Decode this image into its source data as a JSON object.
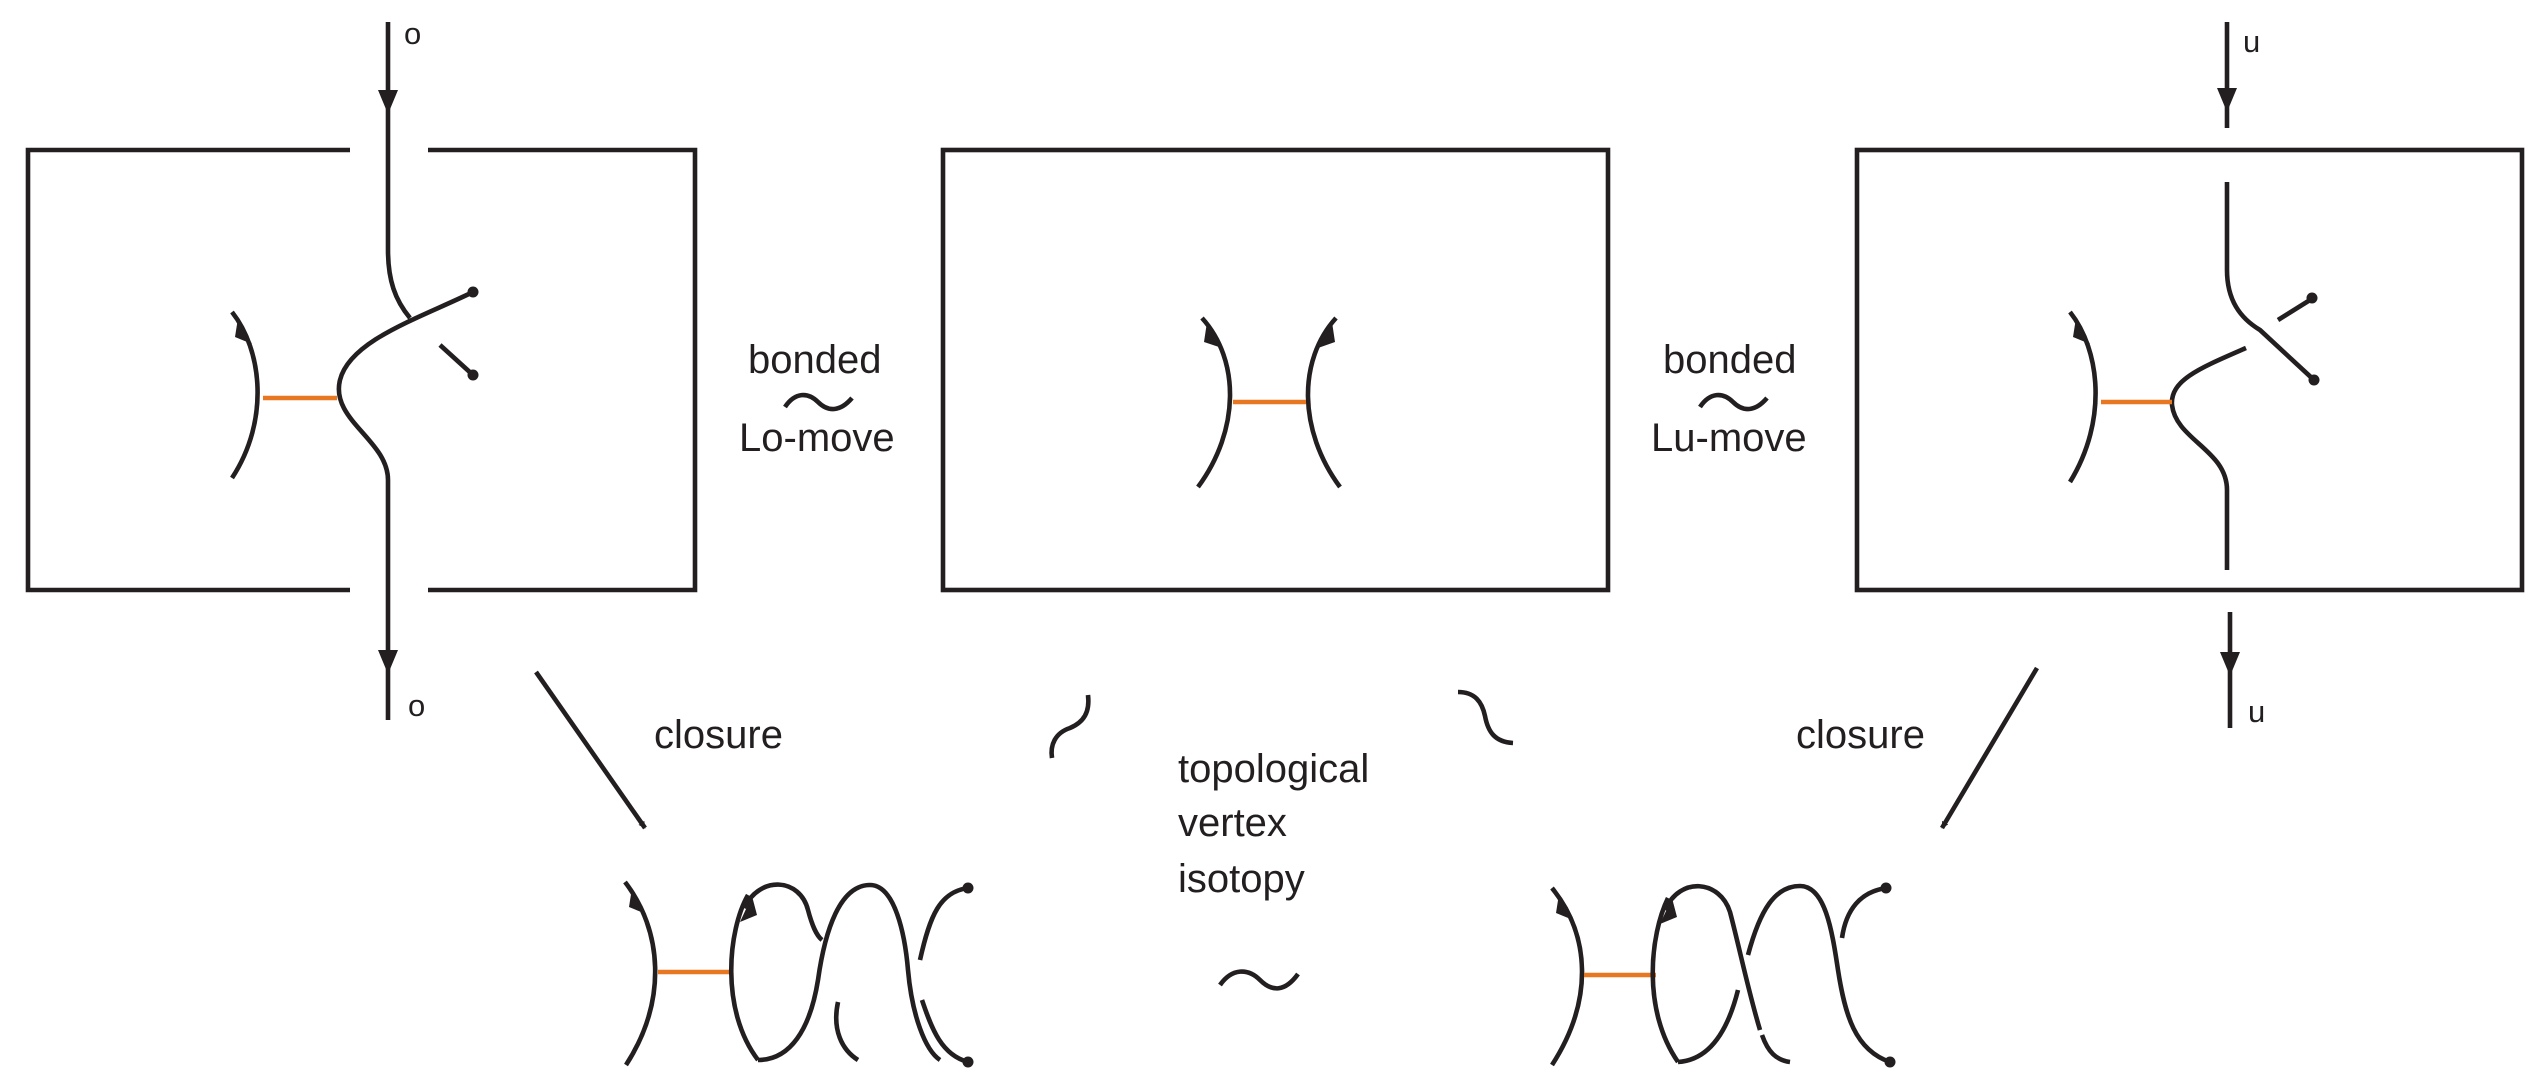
{
  "labels": {
    "top_left_o": "o",
    "bottom_left_o": "o",
    "top_right_u": "u",
    "bottom_right_u": "u",
    "bonded_1": "bonded",
    "lo_move": "Lo-move",
    "bonded_2": "bonded",
    "lu_move": "Lu-move",
    "closure_left": "closure",
    "closure_right": "closure",
    "topological": "topological",
    "vertex": "vertex",
    "isotopy": "isotopy"
  },
  "colors": {
    "strand": "#231f20",
    "bond": "#e87722"
  }
}
